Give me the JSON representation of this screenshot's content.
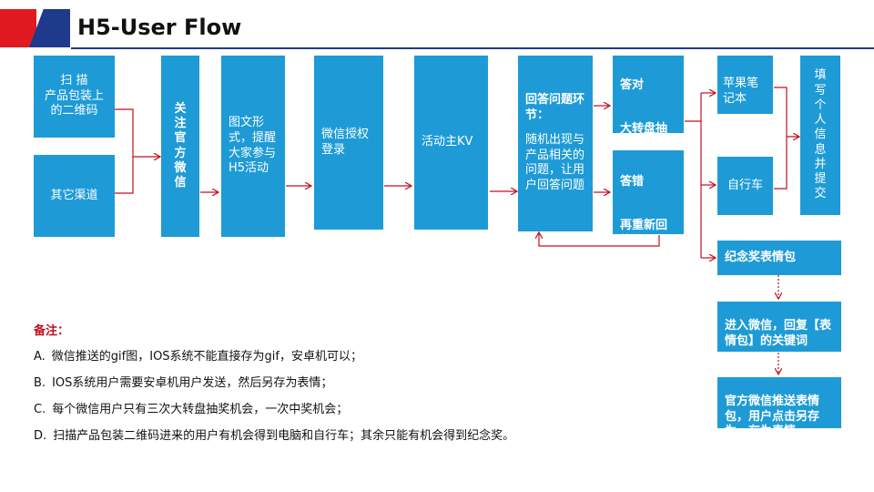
{
  "title": "H5-User Flow",
  "colors": {
    "box": "#1e9bd6",
    "arrow": "#c0101f",
    "accent_red": "#e11a22",
    "accent_navy": "#1e3a8a"
  },
  "boxes": {
    "scan": "扫 描\n产品包装上的二维码",
    "other_channels": "其它渠道",
    "follow": "关注官方微信",
    "poster": "图文形式，提醒大家参与H5活动",
    "auth": "微信授权登录",
    "kv": "活动主KV",
    "quiz_title": "回答问题环节：",
    "quiz_body": "随机出现与产品相关的问题，让用户回答问题",
    "correct_title": "答对",
    "correct_body": "大转盘抽奖",
    "wrong_title": "答错",
    "wrong_body": "再重新回答问题",
    "laptop": "苹果笔记本",
    "bike": "自行车",
    "submit": "填写个人信息并提交",
    "souvenir": "纪念奖表情包",
    "reply": "进入微信，回复【表情包】的关键词",
    "push": "官方微信推送表情包，用户点击另存为，存为表情"
  },
  "notes": {
    "title": "备注：",
    "items": [
      {
        "label": "A.",
        "text": "微信推送的gif图，IOS系统不能直接存为gif，安卓机可以；"
      },
      {
        "label": "B.",
        "text": "IOS系统用户需要安卓机用户发送，然后另存为表情；"
      },
      {
        "label": "C.",
        "text": "每个微信用户只有三次大转盘抽奖机会，一次中奖机会；"
      },
      {
        "label": "D.",
        "text": "扫描产品包装二维码进来的用户有机会得到电脑和自行车；其余只能有机会得到纪念奖。"
      }
    ]
  }
}
